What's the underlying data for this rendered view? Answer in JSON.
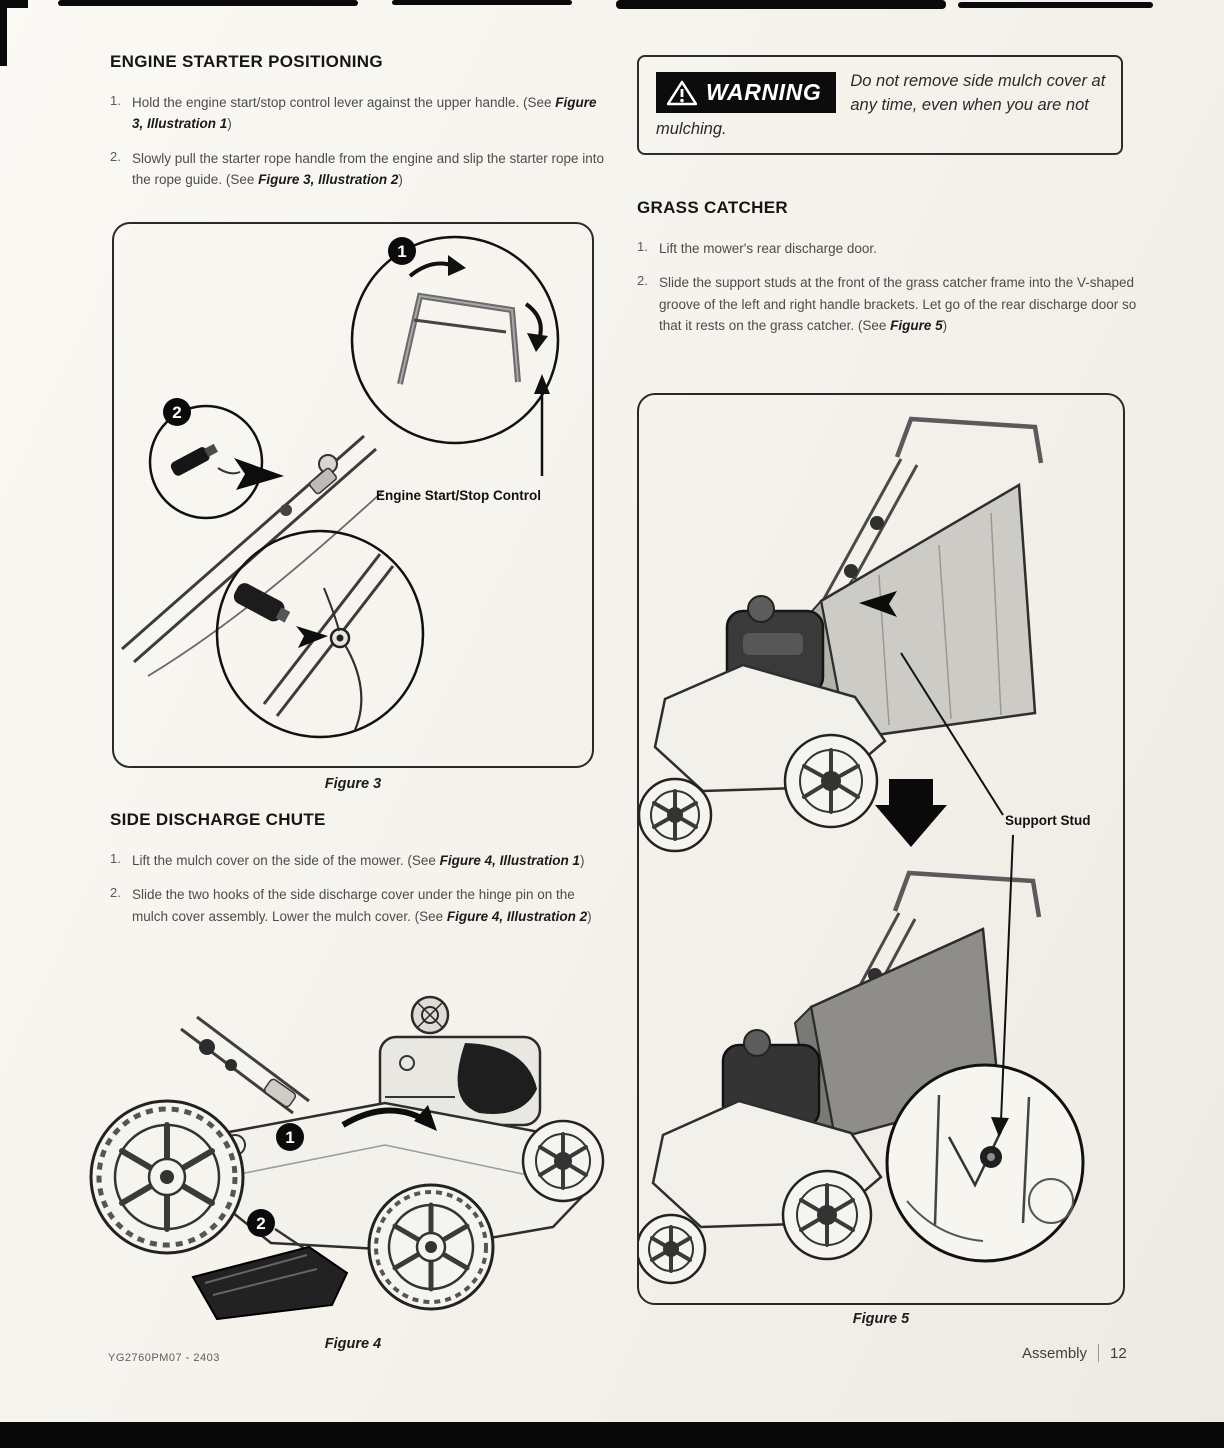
{
  "page": {
    "footer_code": "YG2760PM07 - 2403",
    "footer_section": "Assembly",
    "footer_page": "12"
  },
  "warning_box": {
    "label": "WARNING",
    "text": "Do not remove side mulch cover at any time, even when you are not mulching."
  },
  "sections": {
    "engine_starter": {
      "title": "ENGINE STARTER POSITIONING",
      "steps": [
        {
          "num": "1.",
          "pre": "Hold the engine start/stop control lever against the upper handle. (See ",
          "bold": "Figure 3, Illustration 1",
          "post": ")"
        },
        {
          "num": "2.",
          "pre": "Slowly pull the starter rope handle from the engine and slip the starter rope into the rope guide. (See ",
          "bold": "Figure 3, Illustration 2",
          "post": ")"
        }
      ]
    },
    "side_discharge": {
      "title": "SIDE DISCHARGE CHUTE",
      "steps": [
        {
          "num": "1.",
          "pre": "Lift the mulch cover on the side of the mower. (See ",
          "bold": "Figure 4, Illustration 1",
          "post": ")"
        },
        {
          "num": "2.",
          "pre": "Slide the two hooks of the side discharge cover under the hinge pin on the mulch cover assembly. Lower the mulch cover. (See ",
          "bold": "Figure 4, Illustration 2",
          "post": ")"
        }
      ]
    },
    "grass_catcher": {
      "title": "GRASS CATCHER",
      "steps": [
        {
          "num": "1.",
          "pre": "Lift the mower's rear discharge door.",
          "bold": "",
          "post": ""
        },
        {
          "num": "2.",
          "pre": "Slide the support studs at the front of the grass catcher frame into the V-shaped groove of the left and right handle brackets. Let go of the rear discharge door so that it rests on the grass catcher. (See ",
          "bold": "Figure 5",
          "post": ")"
        }
      ]
    }
  },
  "figures": {
    "fig3": {
      "caption": "Figure 3",
      "callout1": "1",
      "callout2": "2",
      "label": "Engine Start/Stop Control"
    },
    "fig4": {
      "caption": "Figure 4",
      "callout1": "1",
      "callout2": "2"
    },
    "fig5": {
      "caption": "Figure 5",
      "label": "Support Stud"
    }
  }
}
